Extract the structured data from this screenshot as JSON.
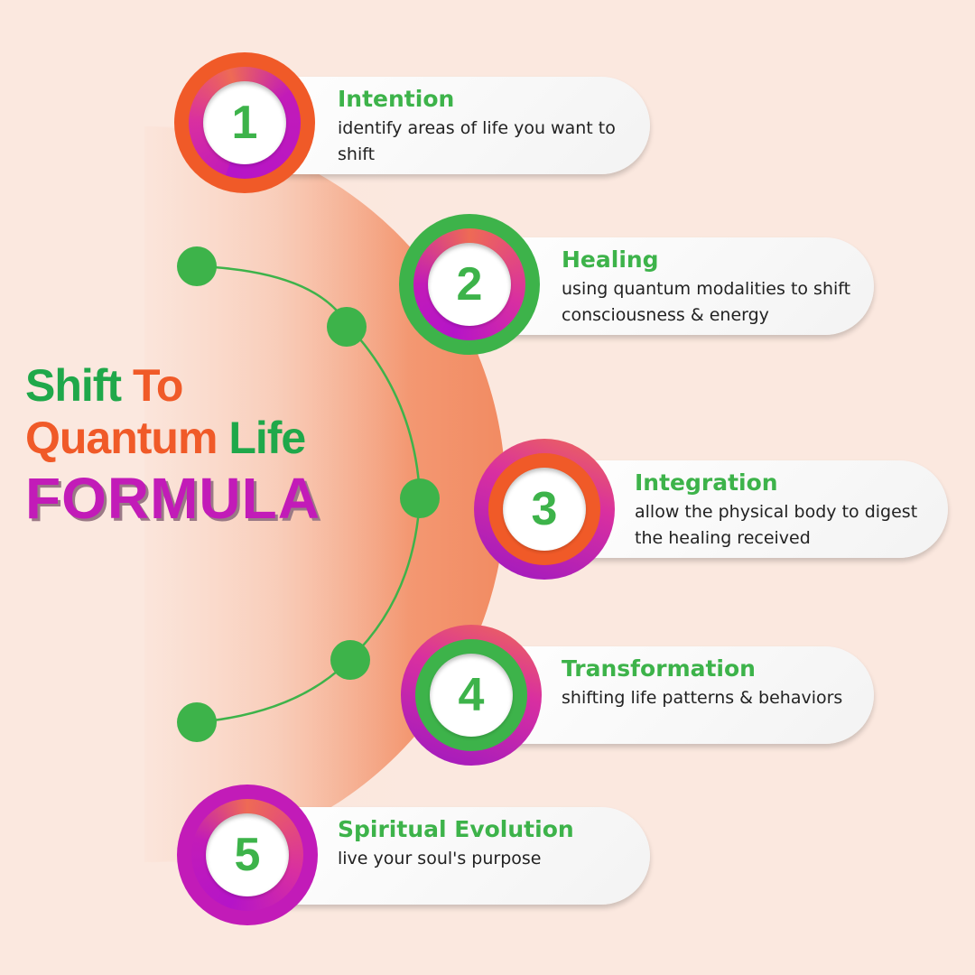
{
  "title": {
    "line1": {
      "word1": "Shift",
      "word2": "To"
    },
    "line2": {
      "word1": "Quantum",
      "word2": "Life"
    },
    "line3": "FORMULA"
  },
  "colors": {
    "background": "#fbe8df",
    "green": "#3db34a",
    "orange": "#f05a28",
    "magenta": "#c21bb8",
    "arc_dots": "#3db34a"
  },
  "steps": [
    {
      "number": "1",
      "heading": "Intention",
      "description": "identify areas of life you want to shift",
      "outer_color": "#f05a28"
    },
    {
      "number": "2",
      "heading": "Healing",
      "description": "using quantum modalities to shift consciousness & energy",
      "outer_color": "#3db34a"
    },
    {
      "number": "3",
      "heading": "Integration",
      "description": "allow the physical body to digest the healing received",
      "outer_color": "#c21bb8"
    },
    {
      "number": "4",
      "heading": "Transformation",
      "description": "shifting life patterns & behaviors",
      "outer_color": "#c21bb8"
    },
    {
      "number": "5",
      "heading": "Spiritual Evolution",
      "description": "live your soul's purpose",
      "outer_color": "#c21bb8"
    }
  ]
}
